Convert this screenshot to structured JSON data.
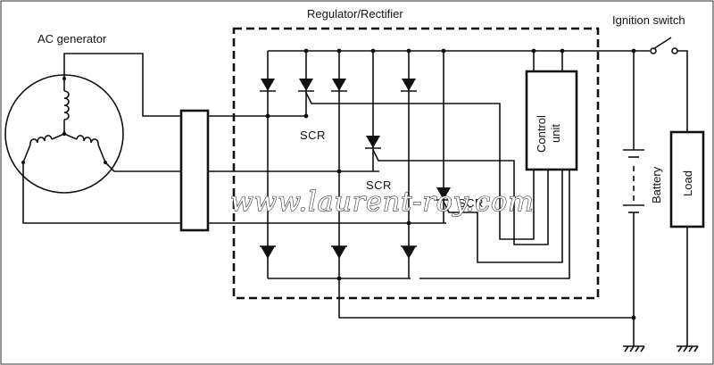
{
  "labels": {
    "regulator": "Regulator/Rectifier",
    "ac_generator": "AC generator",
    "ignition_switch": "Ignition switch",
    "scr_1": "SCR",
    "scr_2": "SCR",
    "scr_3": "SCR",
    "control_unit_line1": "Control",
    "control_unit_line2": "unit",
    "battery": "Battery",
    "load": "Load"
  },
  "watermark": "www.laurent-roy.com",
  "colors": {
    "line": "#111111",
    "background": "#ffffff",
    "watermark_fill": "#ffffff"
  }
}
